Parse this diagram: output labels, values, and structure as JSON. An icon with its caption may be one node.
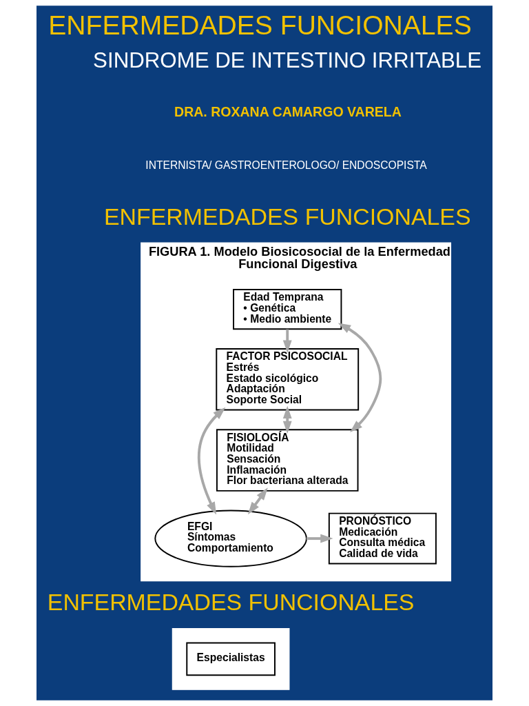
{
  "diagram": {
    "title": "ENFERMEDADES FUNCIONALES",
    "nodes": [
      {
        "text": [
          "FIGURA 1. Modelo Biosicosocial de la Enfermedad Funcional Digestiva"
        ]
      },
      {
        "text": [
          "Edad Temprana",
          "• Genética",
          "• Medio ambiente"
        ],
        "in": 0
      },
      {
        "text": [
          "FACTOR PSICOSOCIAL",
          "Estrés",
          "Estado sicológico",
          "Adaptación",
          "Soporte Social"
        ],
        "in": 0
      },
      {
        "text": [
          "FISIOLOGÍA",
          "Motilidad",
          "Sensación",
          "Inflamación",
          "Flor bacteriana alterada"
        ],
        "in": 0
      },
      {
        "text": [
          "EFGI",
          "Síntomas",
          "Comportamiento"
        ],
        "in": 0
      },
      {
        "text": [
          "PRONÓSTICO",
          "Medicación",
          "Consulta médica",
          "Calidad de vida"
        ],
        "in": 0
      },
      {
        "text": [],
        "shape": "box"
      },
      {
        "text": [
          "Especialistas"
        ],
        "in": 6
      }
    ],
    "edges": [
      {
        "from": 1,
        "to": 2,
        "arrow": "to"
      },
      {
        "from": 1,
        "to": 3,
        "arrow": "both"
      },
      {
        "from": 2,
        "to": 3,
        "arrow": "both"
      },
      {
        "from": 2,
        "to": 4,
        "arrow": "both"
      },
      {
        "from": 3,
        "to": 4,
        "arrow": "both"
      },
      {
        "from": 4,
        "to": 5,
        "arrow": "to"
      }
    ],
    "labels": [
      "SINDROME DE INTESTINO IRRITABLE",
      "DRA. ROXANA CAMARGO VARELA",
      "INTERNISTA/ GASTROENTEROLOGO/ ENDOSCOPISTA",
      "ENFERMEDADES FUNCIONALES",
      "ENFERMEDADES FUNCIONALES"
    ]
  }
}
